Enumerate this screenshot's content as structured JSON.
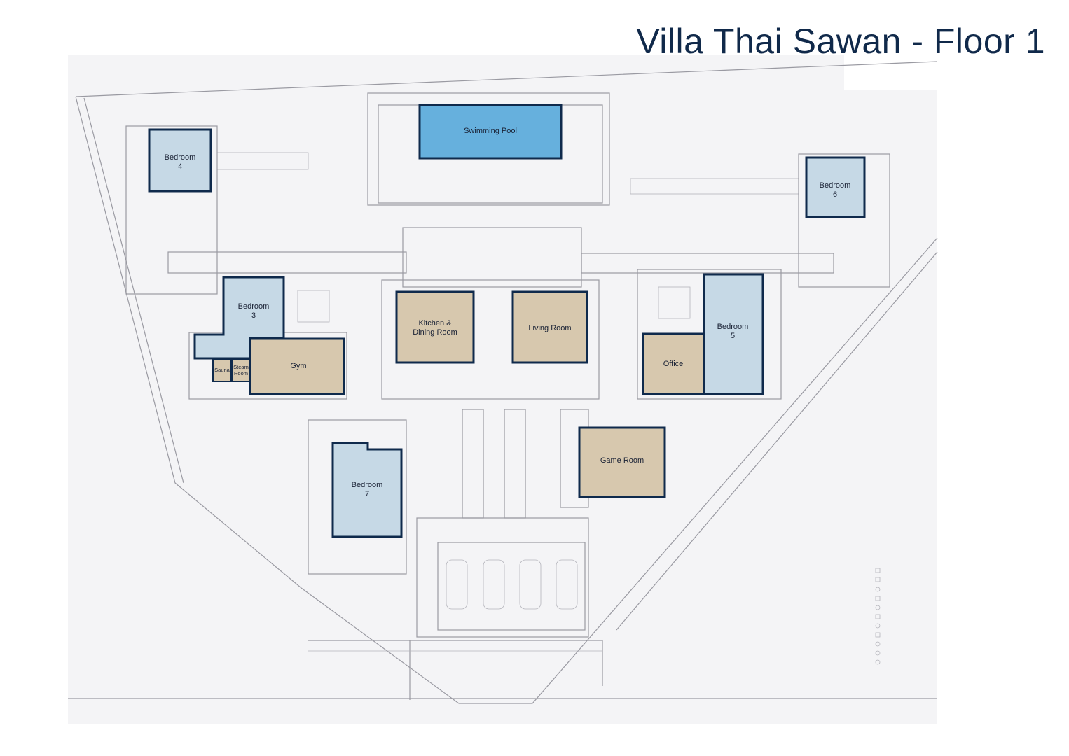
{
  "title": "Villa Thai Sawan - Floor 1",
  "colors": {
    "bedroom": "#c6d9e6",
    "common": "#d7c8ae",
    "pool": "#66b0dd",
    "outline": "#0f2a4c",
    "paper": "#f4f4f6"
  },
  "rooms": {
    "pool": "Swimming Pool",
    "bedroom4": [
      "Bedroom",
      "4"
    ],
    "bedroom6": [
      "Bedroom",
      "6"
    ],
    "bedroom3": [
      "Bedroom",
      "3"
    ],
    "gym": "Gym",
    "sauna": "Sauna",
    "steam": [
      "Steam",
      "Room"
    ],
    "kitchen": [
      "Kitchen &",
      "Dining Room"
    ],
    "living": "Living Room",
    "office": "Office",
    "bedroom5": [
      "Bedroom",
      "5"
    ],
    "game": "Game Room",
    "bedroom7": [
      "Bedroom",
      "7"
    ]
  }
}
